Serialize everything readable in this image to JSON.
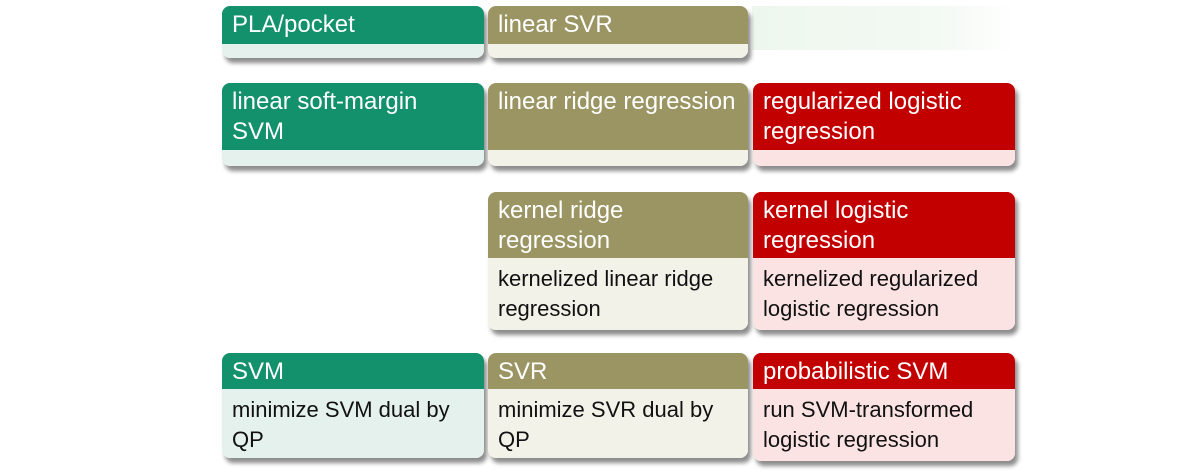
{
  "cells": {
    "pla": {
      "title": "PLA/pocket",
      "body": ""
    },
    "lin_svr": {
      "title": "linear SVR",
      "body": ""
    },
    "lin_svm": {
      "title": "linear soft-margin SVM",
      "body": ""
    },
    "lin_ridge": {
      "title": "linear ridge regression",
      "body": ""
    },
    "reg_logistic": {
      "title": "regularized logistic regression",
      "body": ""
    },
    "kernel_ridge": {
      "title": "kernel ridge regression",
      "body": "kernelized linear ridge regression"
    },
    "kernel_logistic": {
      "title": "kernel logistic regression",
      "body": "kernelized regularized logistic regression"
    },
    "svm": {
      "title": "SVM",
      "body": "minimize SVM dual by QP"
    },
    "svr": {
      "title": "SVR",
      "body": "minimize SVR dual by QP"
    },
    "prob_svm": {
      "title": "probabilistic SVM",
      "body": "run SVM-transformed logistic regression"
    }
  },
  "colors": {
    "green_header": "#13906c",
    "green_body": "#e5f1ec",
    "olive_header": "#9a9563",
    "olive_body": "#f3f2e9",
    "red_header": "#c30000",
    "red_body": "#fbe3e3"
  }
}
